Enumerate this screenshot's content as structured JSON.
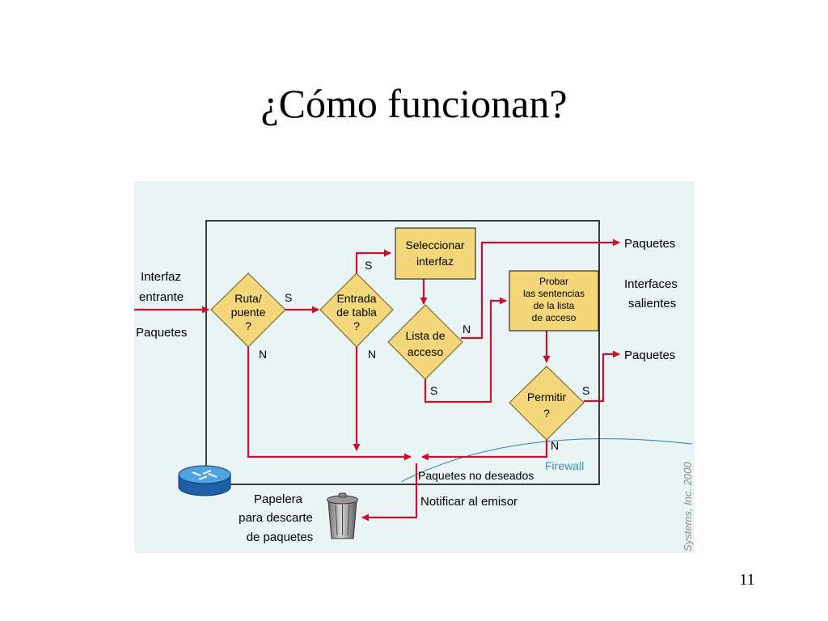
{
  "slide": {
    "title": "¿Cómo funcionan?",
    "page_number": "11"
  },
  "diagram": {
    "input_labels": [
      "Interfaz",
      "entrante",
      "Paquetes"
    ],
    "node_route": [
      "Ruta/",
      "puente",
      "?"
    ],
    "node_table": [
      "Entrada",
      "de tabla",
      "?"
    ],
    "node_select": [
      "Seleccionar",
      "interfaz"
    ],
    "node_acl": [
      "Lista de",
      "acceso"
    ],
    "node_test": [
      "Probar",
      "las sentencias",
      "de la lista",
      "de acceso"
    ],
    "node_permit": [
      "Permitir",
      "?"
    ],
    "branch_yes": "S",
    "branch_no": "N",
    "output_top": "Paquetes",
    "output_middle": [
      "Interfaces",
      "salientes"
    ],
    "output_bottom": "Paquetes",
    "firewall_label": "Firewall",
    "unwanted_label": "Paquetes no deseados",
    "notify_label": "Notificar al emisor",
    "trash_label": [
      "Papelera",
      "para descarte",
      "de paquetes"
    ],
    "copyright": "Systems, Inc. 2000",
    "colors": {
      "background": "#eaf4f4",
      "decision_fill": "#f4d67b",
      "arrow": "#c8102e",
      "firewall": "#3d8fb0",
      "box_stroke": "#000000"
    }
  }
}
